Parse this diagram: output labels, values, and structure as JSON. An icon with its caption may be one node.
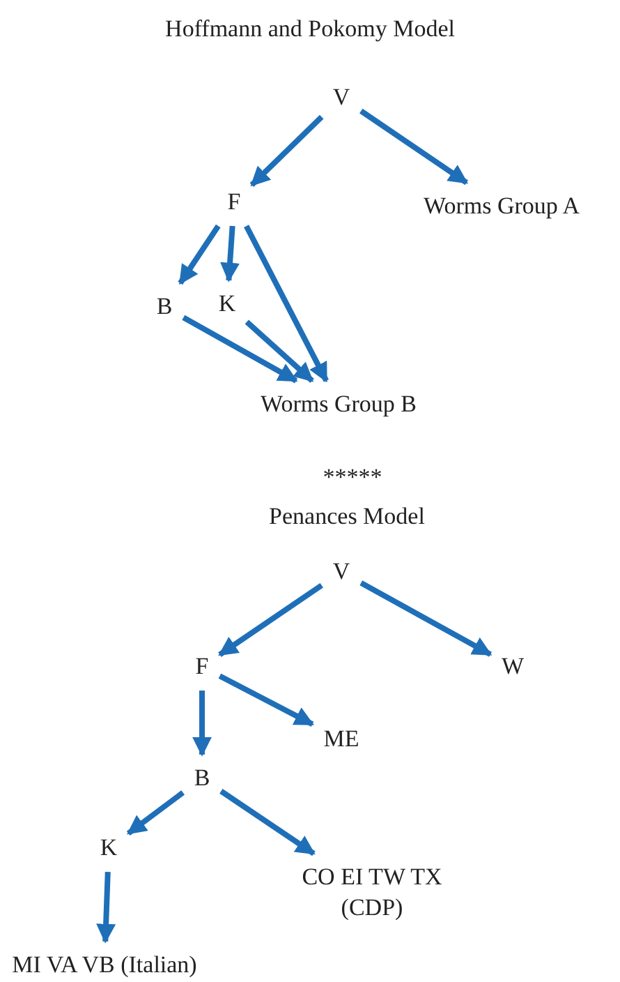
{
  "diagram": {
    "title": "Hoffmann and Pokomy Model",
    "nodes": [
      {
        "text": [
          "V"
        ]
      },
      {
        "text": [
          "F"
        ]
      },
      {
        "text": [
          "Worms Group A"
        ]
      },
      {
        "text": [
          "B"
        ]
      },
      {
        "text": [
          "K"
        ]
      },
      {
        "text": [
          "Worms Group B"
        ]
      },
      {
        "text": [
          "V"
        ]
      },
      {
        "text": [
          "F"
        ]
      },
      {
        "text": [
          "W"
        ]
      },
      {
        "text": [
          "ME"
        ]
      },
      {
        "text": [
          "B"
        ]
      },
      {
        "text": [
          "K"
        ]
      },
      {
        "text": [
          "CO EI TW TX (CDP)"
        ]
      },
      {
        "text": [
          "MI VA VB (Italian)"
        ]
      }
    ],
    "edges": [
      {
        "from": 0,
        "to": 1,
        "arrow": "to"
      },
      {
        "from": 0,
        "to": 2,
        "arrow": "to"
      },
      {
        "from": 1,
        "to": 3,
        "arrow": "to"
      },
      {
        "from": 1,
        "to": 4,
        "arrow": "to"
      },
      {
        "from": 1,
        "to": 5,
        "arrow": "to"
      },
      {
        "from": 3,
        "to": 5,
        "arrow": "to"
      },
      {
        "from": 4,
        "to": 5,
        "arrow": "to"
      },
      {
        "from": 6,
        "to": 7,
        "arrow": "to"
      },
      {
        "from": 6,
        "to": 8,
        "arrow": "to"
      },
      {
        "from": 7,
        "to": 9,
        "arrow": "to"
      },
      {
        "from": 7,
        "to": 10,
        "arrow": "to"
      },
      {
        "from": 10,
        "to": 11,
        "arrow": "to"
      },
      {
        "from": 10,
        "to": 12,
        "arrow": "to"
      },
      {
        "from": 11,
        "to": 13,
        "arrow": "to"
      }
    ],
    "labels": [
      "*****",
      "Penances Model"
    ]
  }
}
